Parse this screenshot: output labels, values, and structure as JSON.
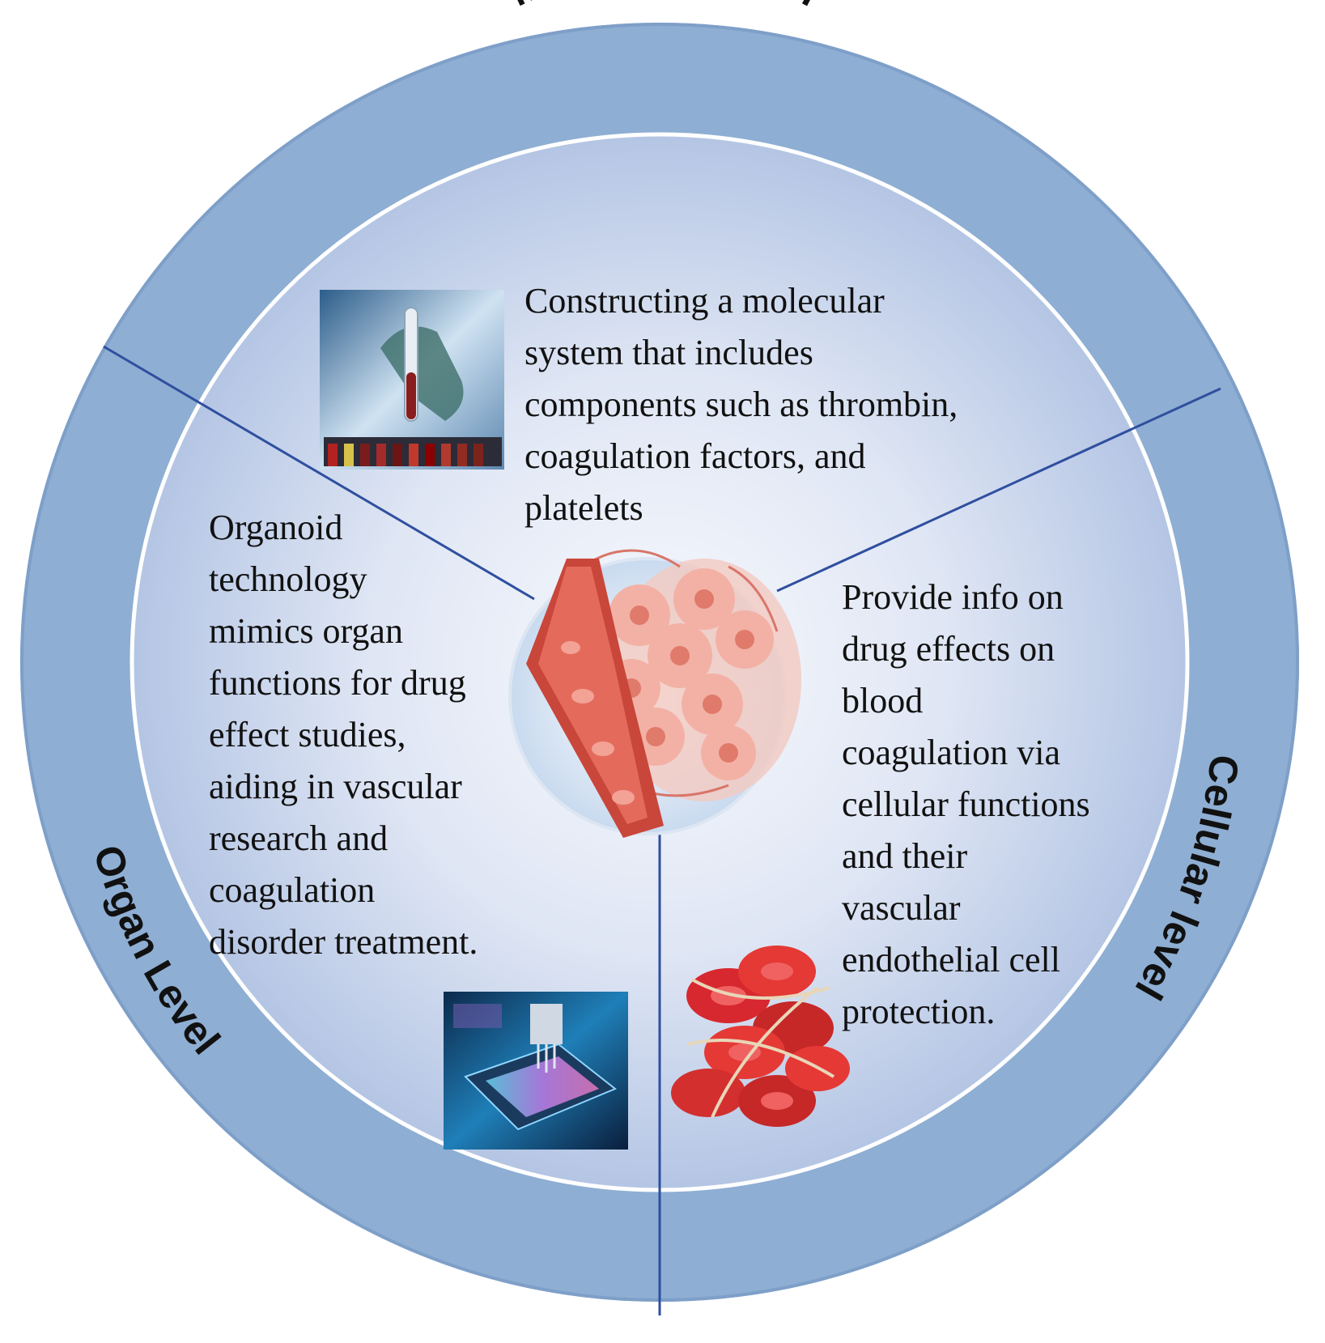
{
  "ring_labels": {
    "molecular": "Molecular Level",
    "cellular": "Cellular level",
    "organ": "Organ Level"
  },
  "descriptions": {
    "molecular": "Constructing a molecular\nsystem that includes\ncomponents such as thrombin,\ncoagulation factors, and\nplatelets",
    "cellular": "Provide info on\ndrug effects on\nblood\ncoagulation via\ncellular functions\nand their\nvascular\nendothelial cell\nprotection.",
    "organ": "Organoid\ntechnology\nmimics organ\nfunctions for drug\neffect studies,\naiding in vascular\nresearch and\ncoagulation\ndisorder treatment."
  },
  "images": {
    "molecular": "lab-test-tube-photo",
    "cellular": "blood-clot-illustration",
    "organ": "organ-on-chip-device-image",
    "center": "blood-vessel-tissue-illustration"
  },
  "colors": {
    "ring": "#8eaed3",
    "ring_dark": "#7e9fc8",
    "inner_center": "#f4f6fc",
    "inner_edge": "#b6c7e5",
    "divider": "#2f4f9f"
  }
}
